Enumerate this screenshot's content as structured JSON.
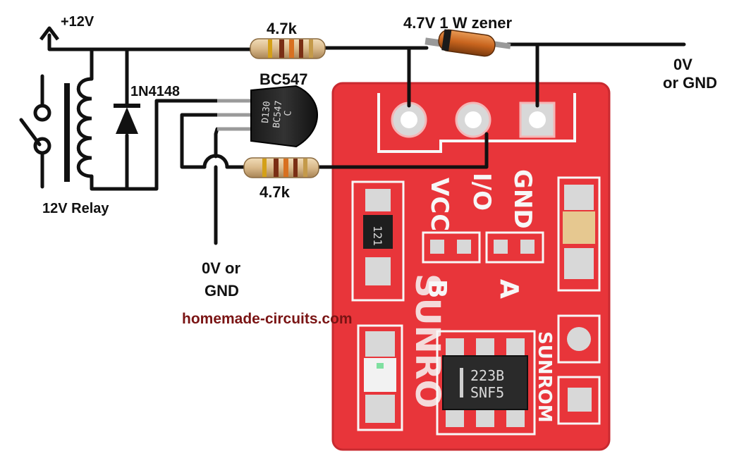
{
  "labels": {
    "supply": "+12V",
    "resistor_top": "4.7k",
    "zener": "4.7V 1 W zener",
    "gnd_right_line1": "0V",
    "gnd_right_line2": "or GND",
    "diode": "1N4148",
    "transistor": "BC547",
    "resistor_bottom": "4.7k",
    "relay": "12V Relay",
    "gnd_bottom_line1": "0V or",
    "gnd_bottom_line2": "GND",
    "website": "homemade-circuits.com"
  },
  "transistor_marking": {
    "line1": "D130",
    "line2": "BC547",
    "line3": "C"
  },
  "board": {
    "pin_vcc": "VCC",
    "pin_io": "I/O",
    "pin_gnd": "GND",
    "pad_b": "B",
    "pad_a": "A",
    "brand_side": "SUNRO",
    "brand_right": "SUNROM",
    "chip_line1": "223B",
    "chip_line2": "SNF5",
    "resistor_code": "121"
  },
  "colors": {
    "wire": "#111111",
    "board": "#e8353a",
    "board_edge": "#c92a30",
    "silkscreen": "#f7f7f7",
    "website_text": "#7a1414",
    "resistor_body": "#d9b98a",
    "zener_body": "#c8641e"
  },
  "icons": {
    "arrow": "up-arrow-icon",
    "switch": "relay-switch-icon",
    "coil": "relay-coil-icon",
    "diode": "diode-icon"
  }
}
